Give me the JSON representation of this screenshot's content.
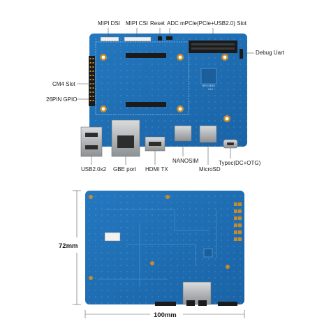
{
  "top_labels": {
    "mipi_dsi": "MIPI DSI",
    "mipi_csi": "MIPI CSI",
    "reset": "Reset",
    "adc": "ADC",
    "mpcie": "mPCle(PCle+USB2.0) Slot",
    "debug_uart": "Debug Uart",
    "cm4_slot": "CM4 Slot",
    "gpio": "26PIN GPIO",
    "usb": "USB2.0x2",
    "gbe": "GBE port",
    "hdmi": "HDMI TX",
    "nanosim": "NANOSIM",
    "microsd": "MicroSD",
    "typec": "Typec(DC+OTG)"
  },
  "dimensions": {
    "height": "72mm",
    "width": "100mm"
  },
  "board_silkscreen": {
    "model": "BPI-CM4IO",
    "version": "V1.0"
  },
  "colors": {
    "pcb": "#1f6fb3",
    "pcb_dark": "#155a95",
    "pad_gold": "#c98a2c",
    "connector_black": "#1b1b1b",
    "metal": "#b9bcbf"
  }
}
